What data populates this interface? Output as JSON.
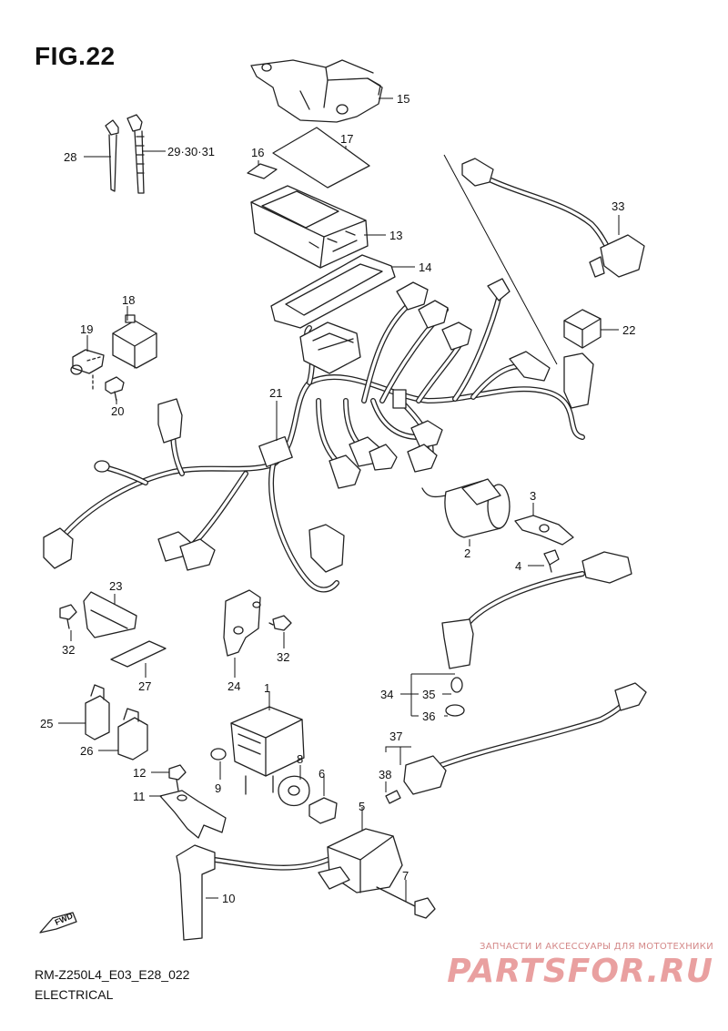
{
  "figure": {
    "title": "FIG.22",
    "code": "RM-Z250L4_E03_E28_022",
    "caption": "ELECTRICAL",
    "fwd_label": "FWD"
  },
  "callouts": [
    {
      "id": "c1",
      "text": "1"
    },
    {
      "id": "c2",
      "text": "2"
    },
    {
      "id": "c3",
      "text": "3"
    },
    {
      "id": "c4",
      "text": "4"
    },
    {
      "id": "c5",
      "text": "5"
    },
    {
      "id": "c6",
      "text": "6"
    },
    {
      "id": "c7",
      "text": "7"
    },
    {
      "id": "c8",
      "text": "8"
    },
    {
      "id": "c9",
      "text": "9"
    },
    {
      "id": "c10",
      "text": "10"
    },
    {
      "id": "c11",
      "text": "11"
    },
    {
      "id": "c12",
      "text": "12"
    },
    {
      "id": "c13",
      "text": "13"
    },
    {
      "id": "c14",
      "text": "14"
    },
    {
      "id": "c15",
      "text": "15"
    },
    {
      "id": "c16",
      "text": "16"
    },
    {
      "id": "c17",
      "text": "17"
    },
    {
      "id": "c18",
      "text": "18"
    },
    {
      "id": "c19",
      "text": "19"
    },
    {
      "id": "c20",
      "text": "20"
    },
    {
      "id": "c21",
      "text": "21"
    },
    {
      "id": "c22",
      "text": "22"
    },
    {
      "id": "c23",
      "text": "23"
    },
    {
      "id": "c24",
      "text": "24"
    },
    {
      "id": "c25",
      "text": "25"
    },
    {
      "id": "c26",
      "text": "26"
    },
    {
      "id": "c27",
      "text": "27"
    },
    {
      "id": "c28",
      "text": "28"
    },
    {
      "id": "c29",
      "text": "29·30·31"
    },
    {
      "id": "c32a",
      "text": "32"
    },
    {
      "id": "c32b",
      "text": "32"
    },
    {
      "id": "c33",
      "text": "33"
    },
    {
      "id": "c34",
      "text": "34"
    },
    {
      "id": "c35",
      "text": "35"
    },
    {
      "id": "c36",
      "text": "36"
    },
    {
      "id": "c37",
      "text": "37"
    },
    {
      "id": "c38",
      "text": "38"
    }
  ],
  "watermark": {
    "subtitle": "ЗАПЧАСТИ И АКСЕССУАРЫ ДЛЯ МОТОТЕХНИКИ",
    "brand": "PARTSFOR.RU",
    "color": "#e9a0a0"
  }
}
